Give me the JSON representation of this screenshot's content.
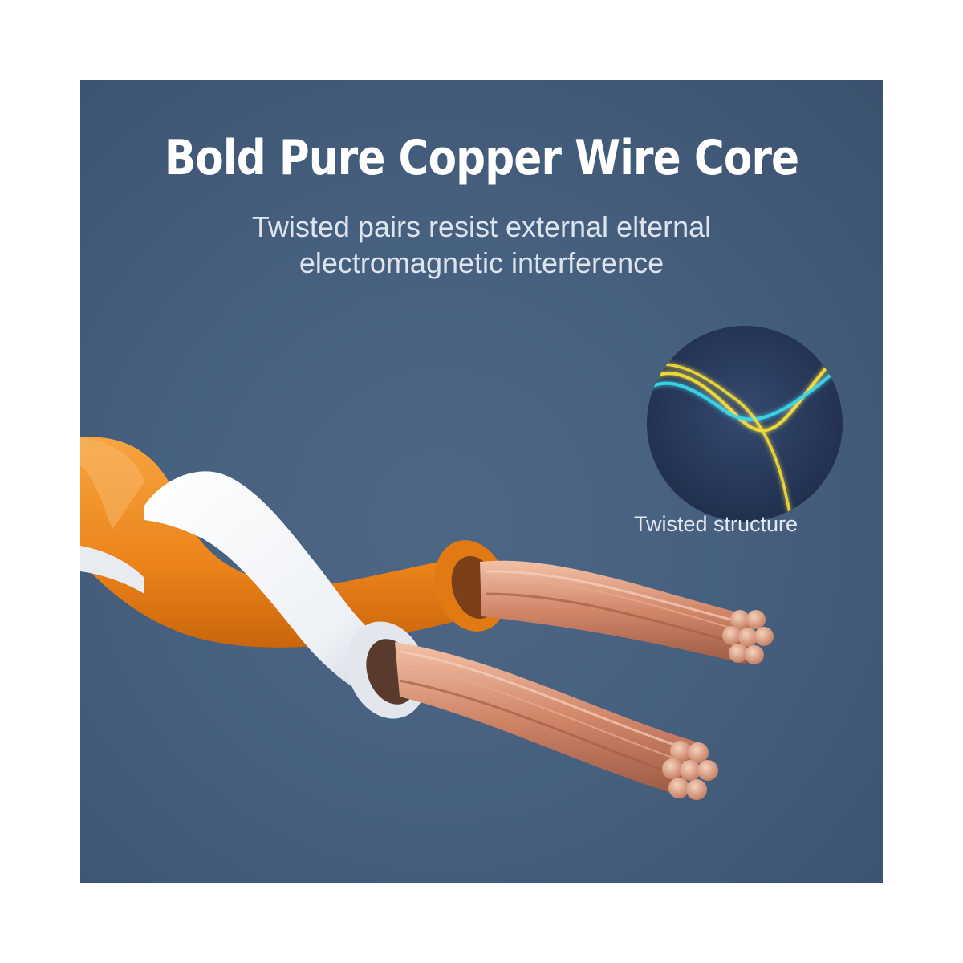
{
  "banner": {
    "title": "Bold Pure Copper Wire Core",
    "subtitle_lines": [
      "Twisted pairs resist external elternal",
      "electromagnetic interference"
    ]
  },
  "inset": {
    "label": "Twisted structure",
    "colors": {
      "wave_a": "#38d6e8",
      "wave_b": "#f2dc3c",
      "disc": "#2b3d60"
    }
  },
  "illustration": {
    "subject": "twisted-pair-copper-wires",
    "colors": {
      "background": "#46607f",
      "orange_insulation": "#f08a1c",
      "white_insulation": "#f5f7fa",
      "copper": "#d4876a"
    }
  }
}
